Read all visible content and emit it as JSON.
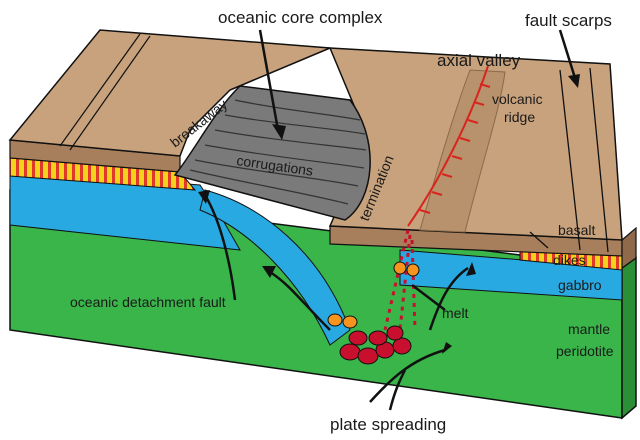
{
  "labels": {
    "oceanic_core_complex": "oceanic core complex",
    "fault_scarps": "fault scarps",
    "axial_valley": "axial valley",
    "volcanic": "volcanic",
    "ridge": "ridge",
    "breakaway": "breakaway",
    "corrugations": "corrugations",
    "termination": "termination",
    "basalt": "basalt",
    "dikes": "dikes",
    "gabbro": "gabbro",
    "oceanic_detachment_fault": "oceanic detachment fault",
    "melt": "melt",
    "mantle": "mantle",
    "peridotite": "peridotite",
    "plate_spreading": "plate spreading"
  },
  "colors": {
    "crust_top": "#c8a27c",
    "crust_dark": "#a77f5c",
    "core_complex": "#7a7a7a",
    "core_dark": "#5a5a5a",
    "dikes_yellow": "#f2d21b",
    "dikes_red": "#e0392a",
    "gabbro_blue": "#29a9e1",
    "mantle_green": "#39b54a",
    "mantle_dark": "#2a8f36",
    "melt_red": "#c8102e",
    "melt_orange": "#f7941d",
    "axis_red": "#d7261e"
  }
}
